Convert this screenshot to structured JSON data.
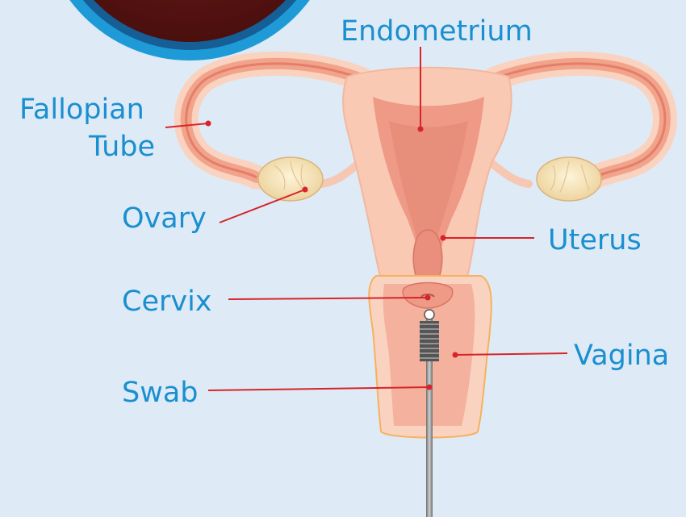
{
  "labels": {
    "endometrium": "Endometrium",
    "fallopian_line1": "Fallopian",
    "fallopian_line2": "Tube",
    "ovary": "Ovary",
    "uterus": "Uterus",
    "cervix": "Cervix",
    "vagina": "Vagina",
    "swab": "Swab"
  },
  "colors": {
    "background": "#deebf6",
    "label_text": "#1a8fd0",
    "leader_line": "#d8232a",
    "tissue_outer": "#f9c9b3",
    "tissue_inner": "#ef9a86",
    "inset_ring": "#1e9bd7"
  }
}
